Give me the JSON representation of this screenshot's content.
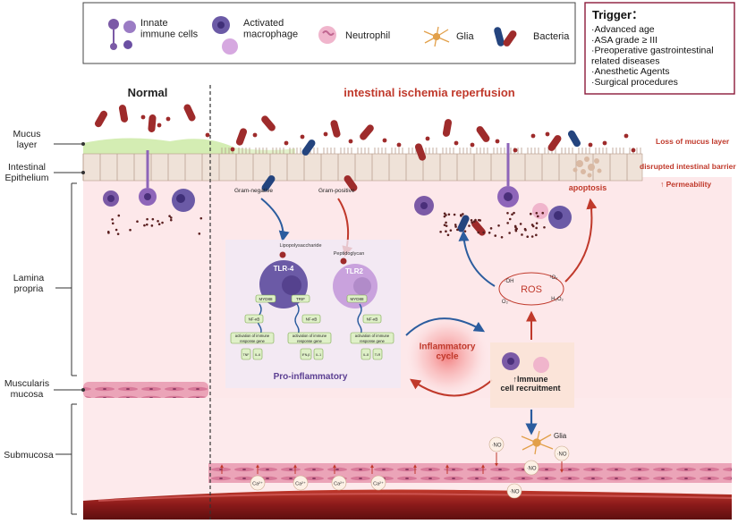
{
  "legend": {
    "innate": "Innate\nimmune cells",
    "macrophage": "Activated\nmacrophage",
    "neutrophil": "Neutrophil",
    "glia": "Glia",
    "bacteria": "Bacteria"
  },
  "trigger": {
    "title": "Trigger：",
    "items": [
      "·Advanced age",
      "·ASA grade ≥ III",
      "·Preoperative gastrointestinal",
      "related diseases",
      "·Anesthetic Agents",
      "·Surgical procedures"
    ]
  },
  "headings": {
    "normal": "Normal",
    "iir": "intestinal ischemia reperfusion"
  },
  "layers": {
    "mucus": "Mucus\nlayer",
    "epithelium": "Intestinal\nEpithelium",
    "lamina": "Lamina\npropria",
    "muscularis": "Muscularis\nmucosa",
    "submucosa": "Submucosa"
  },
  "right_labels": {
    "loss_mucus": "Loss of mucus layer",
    "barrier": "disrupted intestinal barrier",
    "permeability": "↑ Permeability",
    "apoptosis": "apoptosis"
  },
  "pathway": {
    "gram_neg": "Gram-negative",
    "gram_pos": "Gram-positive",
    "lps": "Lipopolysaccharide",
    "pg": "Peptidoglycan",
    "tlr4": "TLR-4",
    "tlr2": "TLR2",
    "myd88": "MYD88",
    "trif": "TRIF",
    "nfkb": "NF-κB",
    "activation": "activation of immune\nresponse gene",
    "cyt_tnf": "TNF",
    "cyt_il6": "IL-6",
    "cyt_ifnb": "IFN-β",
    "cyt_il1": "IL-1",
    "cyt_il8": "IL-8",
    "cyt_tlr": "TLR",
    "pro_inflammatory": "Pro-inflammatory"
  },
  "cycle": {
    "title": "Inflammatory\ncycle",
    "immune": "↑Immune\ncell recruitment",
    "ros": "ROS",
    "oh": "·OH",
    "o1": "¹O₂",
    "o2": "O₂⁻",
    "h2o2": "H₂O₂"
  },
  "submucosa": {
    "glia": "Glia",
    "no": "·NO",
    "ca": "Ca²⁺"
  },
  "colors": {
    "red": "#c0392b",
    "tissue": "#fde8ea",
    "mucus": "#d4edb3",
    "epi": "#efe2d8",
    "purple": "#6b4fa3",
    "muscle": "#e89ab0",
    "vessel": "#9e1b1b",
    "blue": "#2b5c9e"
  }
}
